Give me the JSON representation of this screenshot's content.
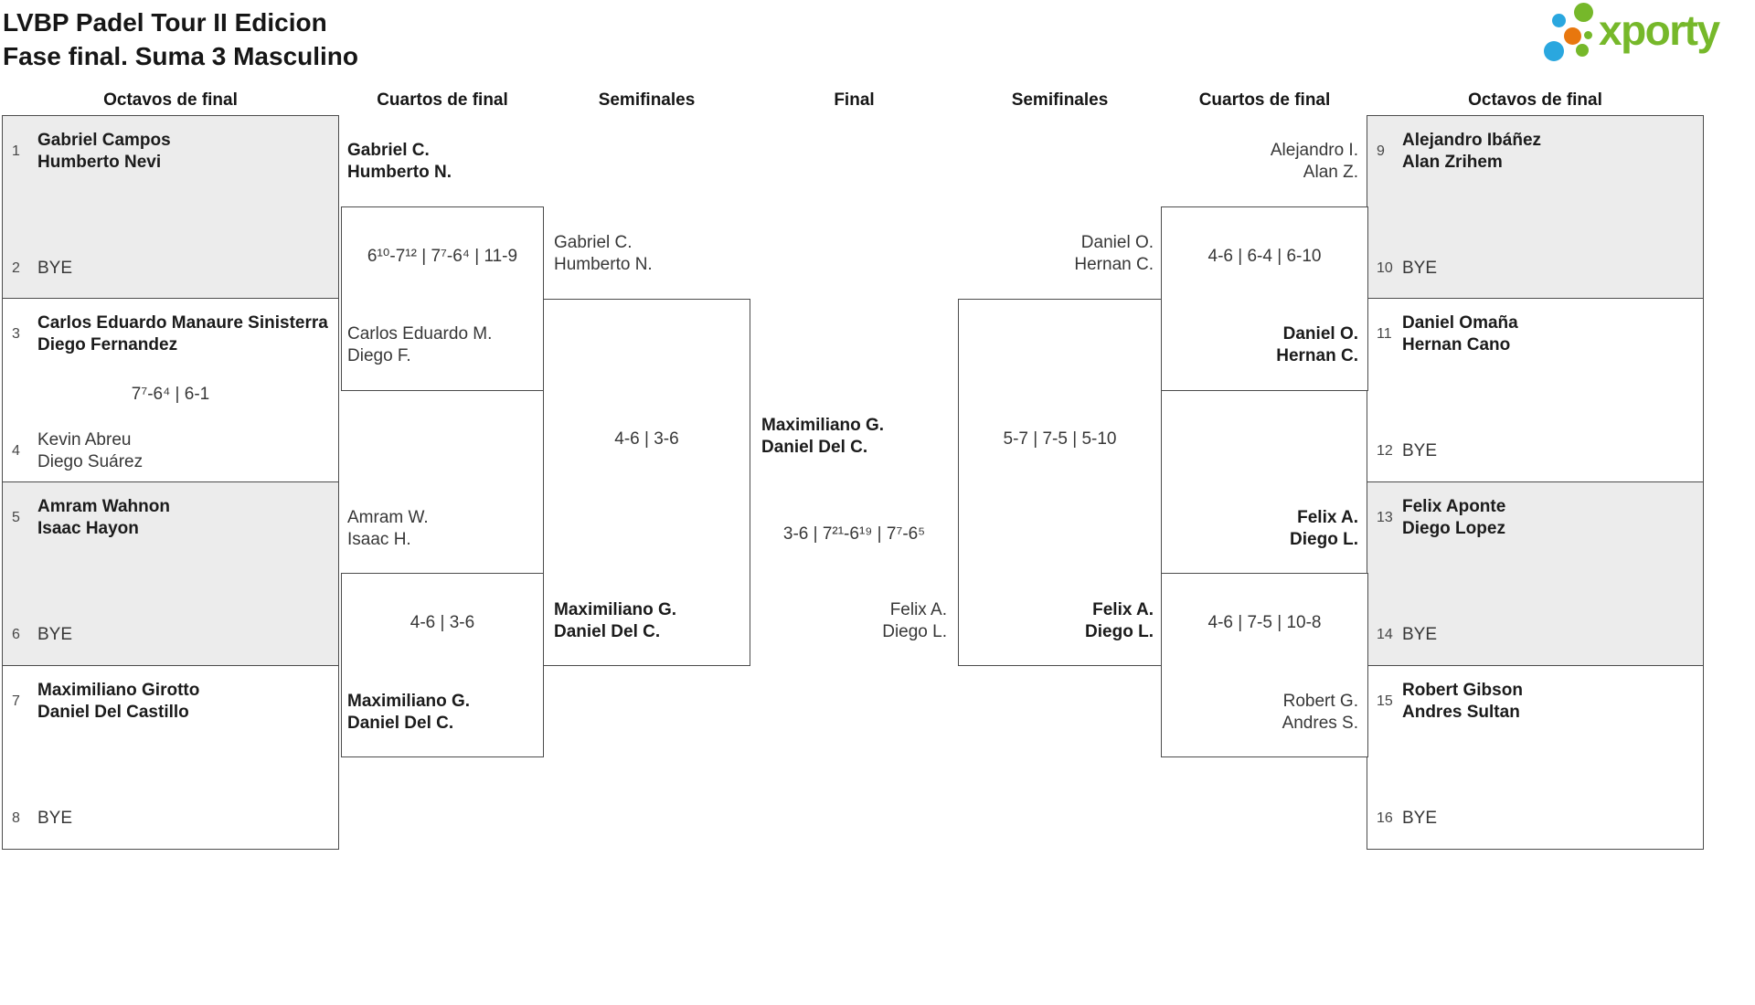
{
  "title": {
    "line1": "LVBP Padel Tour II Edicion",
    "line2": "Fase final. Suma 3 Masculino"
  },
  "logo": {
    "brand": "xporty",
    "colors": {
      "green": "#76b82a",
      "blue": "#2aa7df",
      "orange": "#e8770e"
    }
  },
  "rounds": [
    "Octavos de final",
    "Cuartos de final",
    "Semifinales",
    "Final",
    "Semifinales",
    "Cuartos de final",
    "Octavos de final"
  ],
  "r16": {
    "left": [
      {
        "seed1": "1",
        "p1a": "Gabriel Campos",
        "p1b": "Humberto Nevi",
        "seed2": "2",
        "p2a": "BYE"
      },
      {
        "seed1": "3",
        "p1a": "Carlos Eduardo Manaure Sinisterra",
        "p1b": "Diego Fernandez",
        "score": "7⁷-6⁴ | 6-1",
        "seed2": "4",
        "p2a": "Kevin Abreu",
        "p2b": "Diego Suárez"
      },
      {
        "seed1": "5",
        "p1a": "Amram Wahnon",
        "p1b": "Isaac Hayon",
        "seed2": "6",
        "p2a": "BYE"
      },
      {
        "seed1": "7",
        "p1a": "Maximiliano Girotto",
        "p1b": "Daniel Del Castillo",
        "seed2": "8",
        "p2a": "BYE"
      }
    ],
    "right": [
      {
        "seed1": "9",
        "p1a": "Alejandro Ibáñez",
        "p1b": "Alan Zrihem",
        "seed2": "10",
        "p2a": "BYE"
      },
      {
        "seed1": "11",
        "p1a": "Daniel Omaña",
        "p1b": "Hernan Cano",
        "seed2": "12",
        "p2a": "BYE"
      },
      {
        "seed1": "13",
        "p1a": "Felix Aponte",
        "p1b": "Diego Lopez",
        "seed2": "14",
        "p2a": "BYE"
      },
      {
        "seed1": "15",
        "p1a": "Robert Gibson",
        "p1b": "Andres Sultan",
        "seed2": "16",
        "p2a": "BYE"
      }
    ]
  },
  "qf": {
    "left": [
      {
        "top_a": "Gabriel C.",
        "top_b": "Humberto N.",
        "score": "6¹⁰-7¹² | 7⁷-6⁴ | 11-9",
        "bottom_a": "Carlos Eduardo M.",
        "bottom_b": "Diego F."
      },
      {
        "top_a": "Amram W.",
        "top_b": "Isaac H.",
        "score": "4-6 | 3-6",
        "bottom_a": "Maximiliano G.",
        "bottom_b": "Daniel Del C."
      }
    ],
    "right": [
      {
        "top_a": "Alejandro I.",
        "top_b": "Alan Z.",
        "score": "4-6 | 6-4 | 6-10",
        "bottom_a": "Daniel O.",
        "bottom_b": "Hernan C."
      },
      {
        "top_a": "Felix A.",
        "top_b": "Diego L.",
        "score": "4-6 | 7-5 | 10-8",
        "bottom_a": "Robert G.",
        "bottom_b": "Andres S."
      }
    ]
  },
  "sf": {
    "left": {
      "top_a": "Gabriel C.",
      "top_b": "Humberto N.",
      "score": "4-6 | 3-6",
      "bottom_a": "Maximiliano G.",
      "bottom_b": "Daniel Del C."
    },
    "right": {
      "top_a": "Daniel O.",
      "top_b": "Hernan C.",
      "score": "5-7 | 7-5 | 5-10",
      "bottom_a": "Felix A.",
      "bottom_b": "Diego L."
    }
  },
  "final": {
    "winner_a": "Maximiliano G.",
    "winner_b": "Daniel Del C.",
    "score": "3-6 | 7²¹-6¹⁹ | 7⁷-6⁵",
    "runnerup_a": "Felix A.",
    "runnerup_b": "Diego L."
  }
}
